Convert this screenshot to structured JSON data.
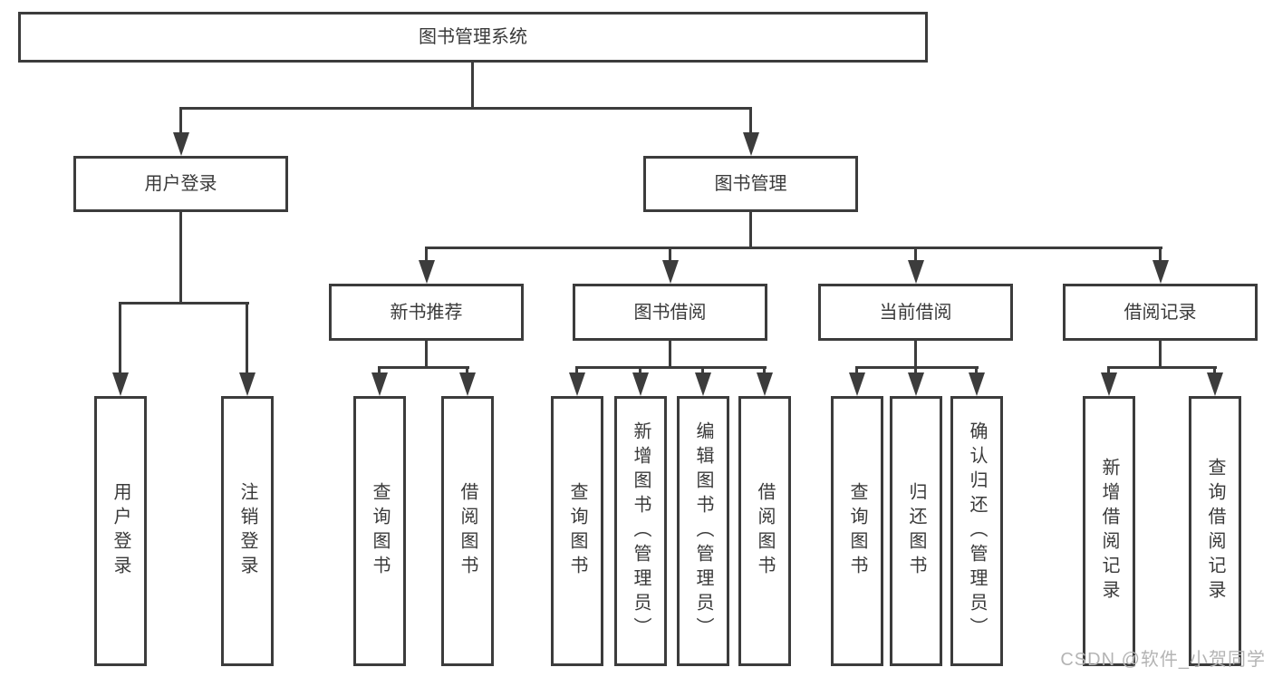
{
  "colors": {
    "line": "#3c3c3c",
    "text": "#3a3a3a",
    "watermark": "#b4b4b4",
    "background": "#ffffff"
  },
  "diagram": {
    "root": {
      "label": "图书管理系统",
      "children": [
        {
          "label": "用户登录",
          "children": [
            {
              "label": "用户登录"
            },
            {
              "label": "注销登录"
            }
          ]
        },
        {
          "label": "图书管理",
          "children": [
            {
              "label": "新书推荐",
              "children": [
                {
                  "label": "查询图书"
                },
                {
                  "label": "借阅图书"
                }
              ]
            },
            {
              "label": "图书借阅",
              "children": [
                {
                  "label": "查询图书"
                },
                {
                  "label": "新增图书（管理员）"
                },
                {
                  "label": "编辑图书（管理员）"
                },
                {
                  "label": "借阅图书"
                }
              ]
            },
            {
              "label": "当前借阅",
              "children": [
                {
                  "label": "查询图书"
                },
                {
                  "label": "归还图书"
                },
                {
                  "label": "确认归还（管理员）"
                }
              ]
            },
            {
              "label": "借阅记录",
              "children": [
                {
                  "label": "新增借阅记录"
                },
                {
                  "label": "查询借阅记录"
                }
              ]
            }
          ]
        }
      ]
    }
  },
  "watermark": {
    "text": "CSDN @软件_小贺同学"
  }
}
